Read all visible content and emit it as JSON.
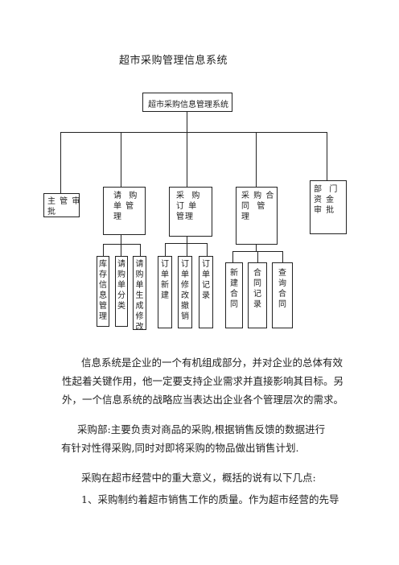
{
  "doc_title": "超市采购管理信息系统",
  "chart": {
    "root": "超市采购信息管理系统",
    "level1": [
      {
        "label": "主 管 审\n批"
      },
      {
        "label": "请  购\n单 管\n理"
      },
      {
        "label": "采  购\n订 单\n管理"
      },
      {
        "label": "采 购 合\n同  管\n理"
      },
      {
        "label": "部  门\n资 金\n审 批"
      }
    ],
    "level2_requisition": [
      {
        "label": "库\n存\n信\n息\n管\n理"
      },
      {
        "label": "请\n购\n单\n分\n类"
      },
      {
        "label": "请\n购\n单\n生\n成\n修\n改"
      }
    ],
    "level2_order": [
      {
        "label": "订\n单\n新\n建"
      },
      {
        "label": "订\n单\n修\n改\n撤\n销"
      },
      {
        "label": "订\n单\n记\n录"
      }
    ],
    "level2_contract": [
      {
        "label": "新\n建\n合\n同"
      },
      {
        "label": "合\n同\n记\n录"
      },
      {
        "label": "查\n询\n合\n同"
      }
    ]
  },
  "paragraphs": {
    "p1_line1": "信息系统是企业的一个有机组成部分，并对企业的总体有效",
    "p1_line2": "性起着关键作用，他一定要支持企业需求并直接影响其目标。另",
    "p1_line3": "外，一个信息系统的战略应当表达出企业各个管理层次的需求。",
    "p2_line1": "采购部:主要负责对商品的采购,根据销售反馈的数据进行",
    "p2_line2": "有针对性得采购,同时对即将采购的物品做出销售计划.",
    "p3_line1": "采购在超市经营中的重大意义，概括的说有以下几点:",
    "p4_line1": "1、采购制约着超市销售工作的质量。作为超市经营的先导"
  }
}
